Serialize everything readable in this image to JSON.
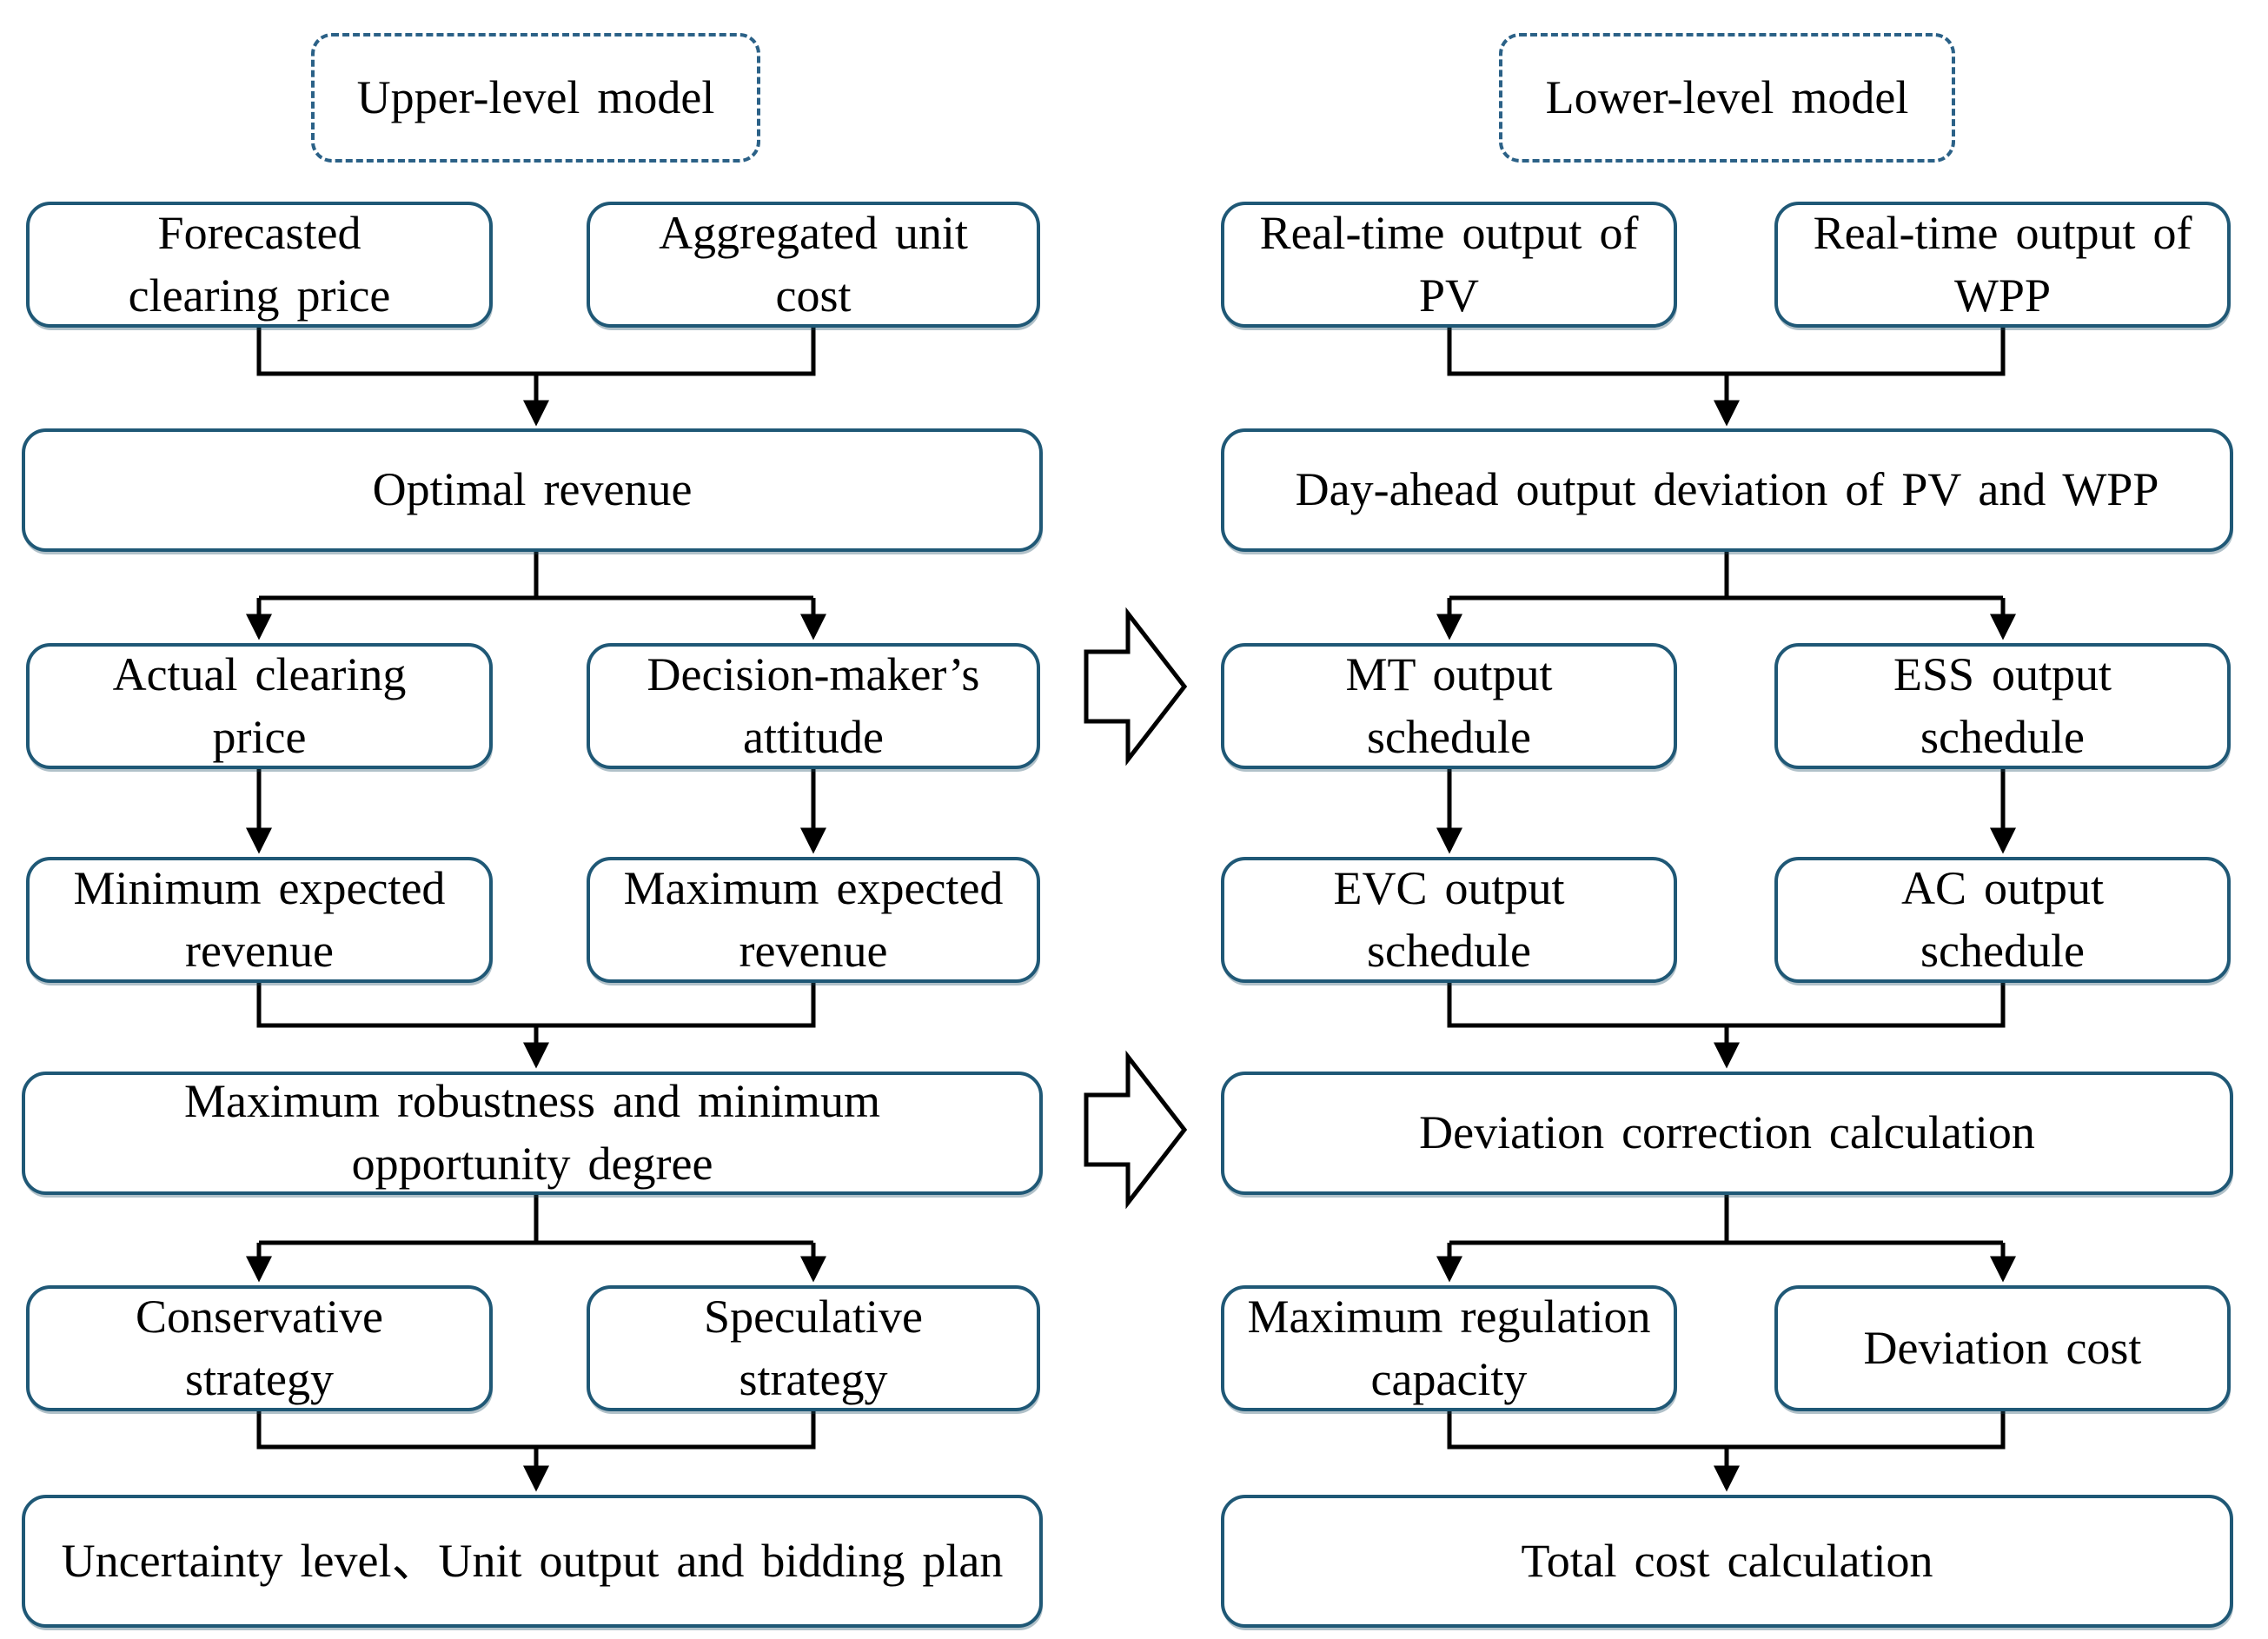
{
  "upper": {
    "title": "Upper-level model",
    "nodes": {
      "forecasted": "Forecasted clearing price",
      "aggregated": "Aggregated unit cost",
      "optimal": "Optimal revenue",
      "actual": "Actual clearing price",
      "attitude": "Decision-maker’s attitude",
      "min_revenue": "Minimum expected revenue",
      "max_revenue": "Maximum expected revenue",
      "robustness": "Maximum robustness and minimum opportunity degree",
      "conservative": "Conservative strategy",
      "speculative": "Speculative strategy",
      "uncertainty": "Uncertainty level、Unit output and bidding plan"
    }
  },
  "lower": {
    "title": "Lower-level model",
    "nodes": {
      "pv": "Real-time output of PV",
      "wpp": "Real-time output of WPP",
      "deviation": "Day-ahead output deviation of PV and WPP",
      "mt": "MT output schedule",
      "ess": "ESS output schedule",
      "evc": "EVC output schedule",
      "ac": "AC output schedule",
      "correction": "Deviation correction calculation",
      "regulation": "Maximum regulation capacity",
      "deviation_cost": "Deviation cost",
      "total": "Total cost calculation"
    }
  },
  "colors": {
    "box_border": "#1f5876",
    "dashed_border": "#2b6187",
    "line": "#000000",
    "text": "#000000",
    "background": "#ffffff"
  }
}
